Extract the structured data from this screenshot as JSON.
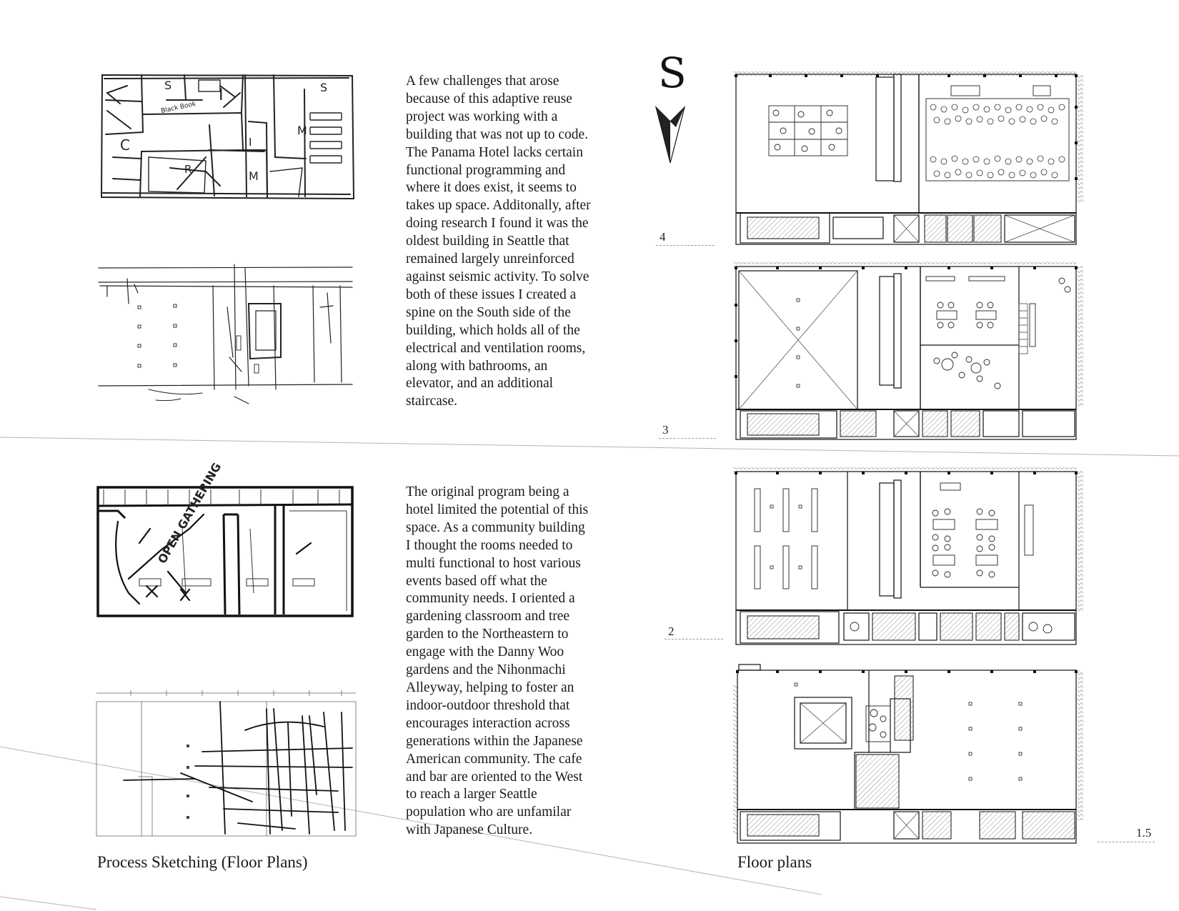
{
  "paragraphs": {
    "p1": "A few challenges that arose\nbecause of this adaptive reuse\nproject was working with a\nbuilding that was not up to code.\nThe Panama Hotel lacks certain\nfunctional programming and\nwhere it does exist, it seems to\ntakes up space. Additonally, after\ndoing research I found it was the\noldest building in Seattle that\nremained largely unreinforced\nagainst seismic activity. To solve\nboth of these issues I created a\nspine on the South side of the\nbuilding, which holds all of the\nelectrical and ventilation rooms,\nalong with bathrooms, an\nelevator, and an additional\nstaircase.",
    "p2": "The original program being a\nhotel limited the potential of this\nspace. As a community building\nI thought the rooms needed to\nmulti functional to host various\nevents based off what the\ncommunity needs. I oriented a\ngardening classroom and tree\ngarden to the Northeastern to\nengage with the Danny Woo\ngardens and the Nihonmachi\nAlleyway, helping to foster an\nindoor-outdoor threshold that\nencourages interaction across\ngenerations within the Japanese\nAmerican community. The cafe\nand bar are oriented to the West\nto reach a larger Seattle\npopulation who are unfamilar\nwith Japanese Culture."
  },
  "captions": {
    "sketching": "Process Sketching (Floor Plans)",
    "floor_plans": "Floor plans"
  },
  "compass": {
    "letter": "S",
    "icon": "north-arrow-icon"
  },
  "levels": {
    "l4": "4",
    "l3": "3",
    "l2": "2",
    "l15": "1.5"
  },
  "sketch_annotations": {
    "s1_words": [
      "I",
      "S",
      "S",
      "M",
      "M",
      "C",
      "R",
      "I",
      "Black Book"
    ],
    "s3_words": [
      "OPEN GATHERING"
    ]
  }
}
